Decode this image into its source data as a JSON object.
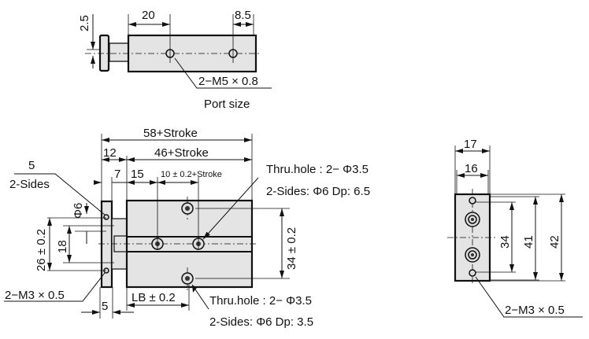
{
  "top_view": {
    "dim_width": "20",
    "dim_end": "8.5",
    "dim_offset": "2.5",
    "port_label": "2−M5 × 0.8",
    "port_caption": "Port size"
  },
  "front_view": {
    "dim_total": "58+Stroke",
    "dim_body": "46+Stroke",
    "dim_12": "12",
    "dim_7": "7",
    "dim_15": "15",
    "dim_pitch": "10 ± 0.2+Stroke",
    "plate_note_1": "5",
    "plate_note_2": "2-Sides",
    "dim_phi6": "Φ6",
    "dim_26": "26 ± 0.2",
    "dim_18": "18",
    "tap_label": "2−M3 × 0.5",
    "dim_5": "5",
    "dim_lb": "LB ± 0.2",
    "hole_top_1": "Thru.hole : 2− Φ3.5",
    "hole_top_2": "2-Sides:  Φ6 Dp: 6.5",
    "dim_34": "34 ± 0.2",
    "hole_bot_1": "Thru.hole : 2− Φ3.5",
    "hole_bot_2": "2-Sides:  Φ6 Dp: 3.5"
  },
  "side_view": {
    "dim_17": "17",
    "dim_16": "16",
    "dim_34": "34",
    "dim_41": "41",
    "dim_42": "42",
    "tap_label": "2−M3 × 0.5"
  }
}
